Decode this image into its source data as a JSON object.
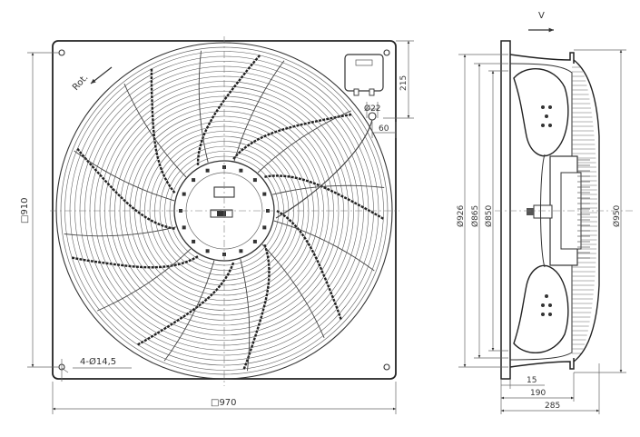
{
  "front_view": {
    "rotation_label": "Rot.",
    "square_width_label": "□970",
    "square_height_label": "□910",
    "mount_holes_label": "4-Ø14,5",
    "box_height_label": "215",
    "cable_gland_label": "Ø22",
    "offset_label": "60"
  },
  "side_view": {
    "airflow_label": "V",
    "dia_outer_label": "Ø950",
    "dia_ring_label": "Ø926",
    "dia_865_label": "Ø865",
    "dia_850_label": "Ø850",
    "depth_15_label": "15",
    "depth_190_label": "190",
    "depth_285_label": "285"
  }
}
